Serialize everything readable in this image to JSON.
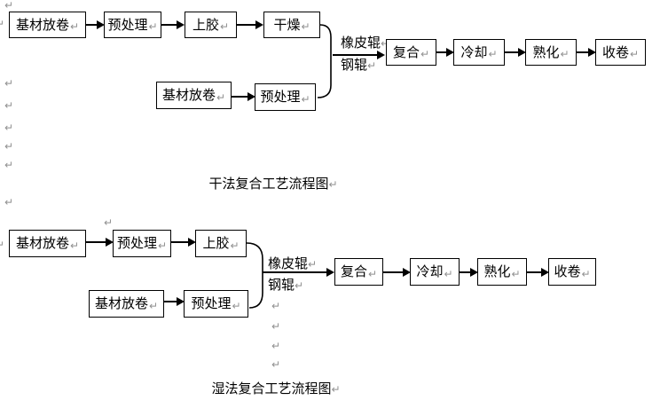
{
  "glyphs": {
    "pilcrow": "↵"
  },
  "colors": {
    "background": "#ffffff",
    "box_border": "#000000",
    "text": "#000000",
    "pilcrow_gray": "#909090",
    "connector": "#000000"
  },
  "dry_chart": {
    "caption": "干法复合工艺流程图",
    "row1_boxes": [
      "基材放卷",
      "预处理",
      "上胶",
      "干燥"
    ],
    "branch_boxes": [
      "基材放卷",
      "预处理"
    ],
    "roller_label_top": "橡皮辊",
    "roller_label_bottom": "钢辊",
    "main_boxes": [
      "复合",
      "冷却",
      "熟化",
      "收卷"
    ]
  },
  "wet_chart": {
    "caption": "湿法复合工艺流程图",
    "row1_boxes": [
      "基材放卷",
      "预处理",
      "上胶"
    ],
    "branch_boxes": [
      "基材放卷",
      "预处理"
    ],
    "roller_label_top": "橡皮辊",
    "roller_label_bottom": "钢辊",
    "main_boxes": [
      "复合",
      "冷却",
      "熟化",
      "收卷"
    ]
  }
}
